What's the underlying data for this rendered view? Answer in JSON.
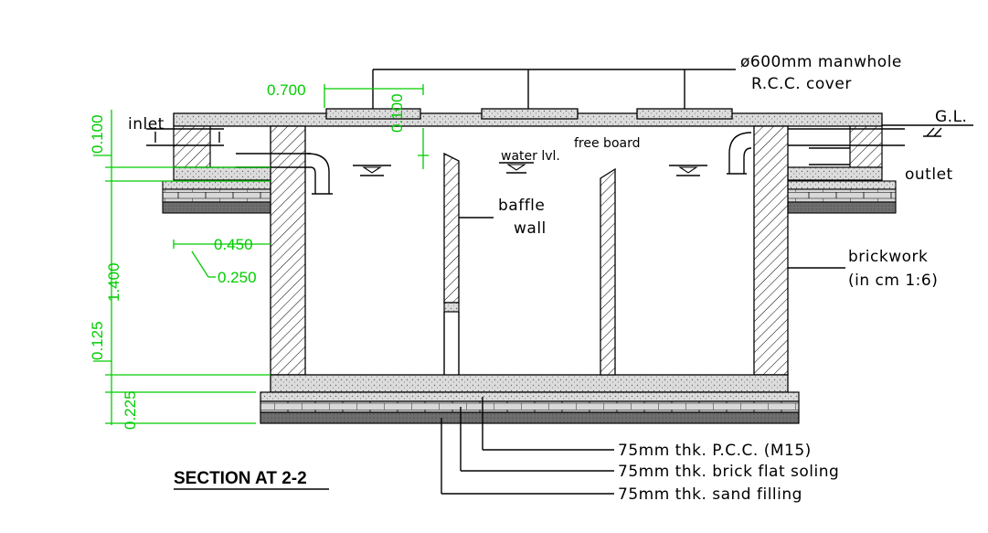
{
  "title": "SECTION AT 2-2",
  "labels": {
    "manhole_line1": "ø600mm manwhole",
    "manhole_line2": "R.C.C. cover",
    "ground_level": "G.L.",
    "inlet": "inlet",
    "outlet": "outlet",
    "water_level": "water lvl.",
    "free_board": "free board",
    "baffle_line1": "baffle",
    "baffle_line2": "wall",
    "brickwork_line1": "brickwork",
    "brickwork_line2": "(in cm 1:6)",
    "pcc": "75mm thk. P.C.C. (M15)",
    "soling": "75mm thk. brick flat soling",
    "sand": "75mm thk. sand filling"
  },
  "dimensions": {
    "cover_offset": "0.700",
    "free_board_depth": "0.100",
    "slab_thickness": "0.100",
    "wall_thickness": "0.450",
    "inner_offset": "0.250",
    "tank_depth": "1.400",
    "floor_thickness": "0.125",
    "base_thickness": "0.225"
  },
  "colors": {
    "dimension": "#00cc00",
    "linework": "#000000",
    "concrete_fill": "#dcdcdc",
    "sand_fill": "#6e6e6e"
  }
}
